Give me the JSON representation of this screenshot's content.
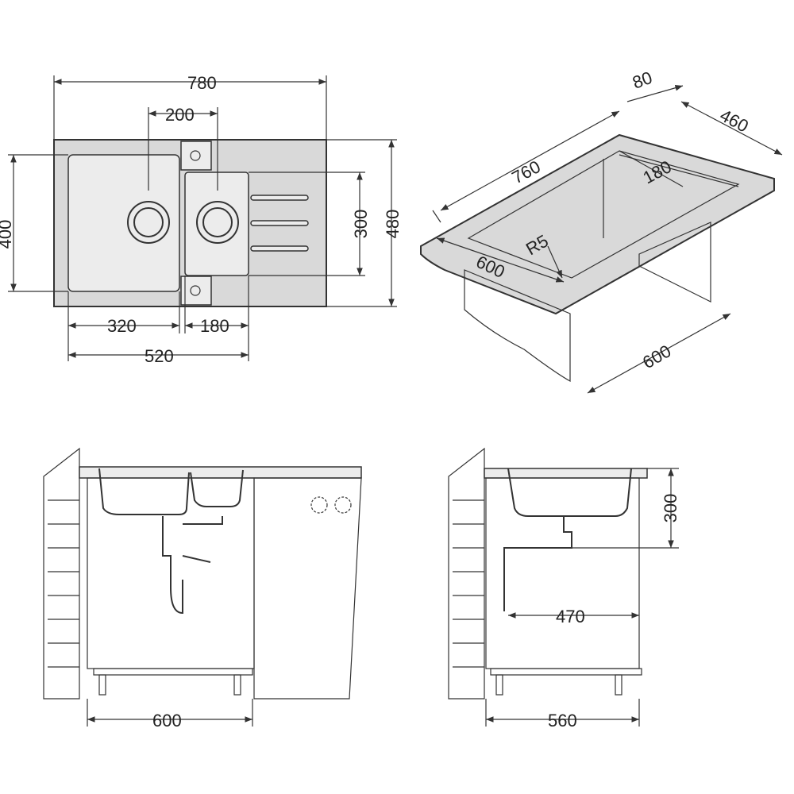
{
  "top_view": {
    "width_total": "780",
    "bowl_spacing": "200",
    "height_inner": "400",
    "drainer_height": "300",
    "height_total": "480",
    "main_bowl_width": "320",
    "small_bowl_width": "180",
    "bowls_width": "520"
  },
  "iso_view": {
    "depth": "80",
    "width": "460",
    "length": "760",
    "bowl_depth": "180",
    "radius": "R5",
    "bowl_length": "600",
    "cabinet_width": "600"
  },
  "front_view": {
    "cabinet_width": "600"
  },
  "side_view": {
    "depth": "300",
    "siphon_offset": "470",
    "cabinet_depth": "560"
  },
  "colors": {
    "line": "#333333",
    "fill": "#d9d9d9"
  }
}
